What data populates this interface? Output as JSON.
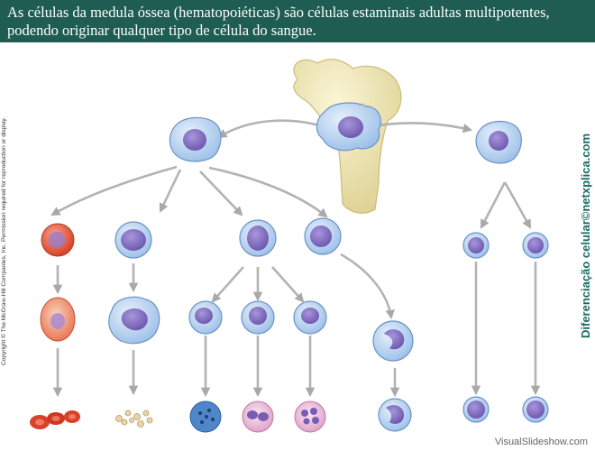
{
  "header": {
    "line1": "As células da medula óssea (hematopoiéticas) são células estaminais adultas multipotentes,",
    "line2": "podendo originar qualquer tipo de célula do sangue."
  },
  "side_text": {
    "copyright": "Copyright © The McGraw-Hill Companies, Inc. Permission required for reproduction or display.",
    "credit": "Diferenciação celular©netxplica.com"
  },
  "watermark": "VisualSlideshow.com",
  "colors": {
    "header_bg": "#1f5d52",
    "header_text": "#ffffff",
    "credit_text": "#1a6b63",
    "arrow": "#b0b0b0",
    "bone": "#efe6b4",
    "cell_blue": "#b9d3f0",
    "nucleus_purple": "#8a74c6",
    "red_cell": "#e2553b"
  }
}
